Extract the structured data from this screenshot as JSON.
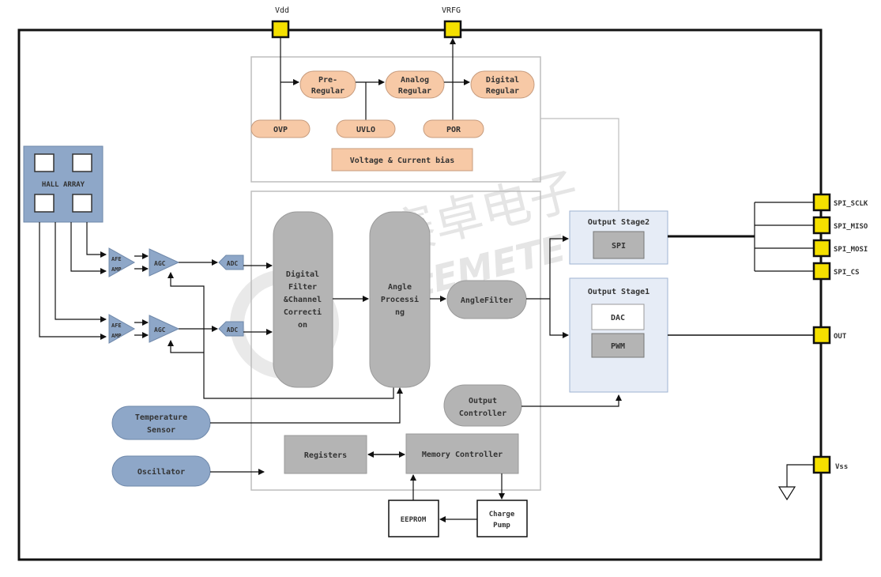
{
  "pins": {
    "vdd": "Vdd",
    "vrfg": "VRFG",
    "vss": "Vss",
    "spi_sclk": "SPI_SCLK",
    "spi_miso": "SPI_MISO",
    "spi_mosi": "SPI_MOSI",
    "spi_cs": "SPI_CS",
    "out": "OUT"
  },
  "power": {
    "pre_regular_1": "Pre-",
    "pre_regular_2": "Regular",
    "analog_regular_1": "Analog",
    "analog_regular_2": "Regular",
    "digital_regular_1": "Digital",
    "digital_regular_2": "Regular",
    "ovp": "OVP",
    "uvlo": "UVLO",
    "por": "POR",
    "bias": "Voltage & Current bias"
  },
  "hall": {
    "label": "HALL ARRAY"
  },
  "front_end": {
    "afe1_a": "AFE",
    "afe1_b": "AMP",
    "afe2_a": "AFE",
    "afe2_b": "AMP",
    "agc1": "AGC",
    "agc2": "AGC",
    "adc1": "ADC",
    "adc2": "ADC"
  },
  "dsp": {
    "filter_lines": [
      "Digital",
      "Filter",
      "&Channel",
      "Correcti",
      "on"
    ],
    "angle_lines": [
      "Angle",
      "Processi",
      "ng"
    ],
    "angle_filter": "AngleFilter",
    "output_controller_1": "Output",
    "output_controller_2": "Controller",
    "registers": "Registers",
    "memory_controller": "Memory Controller",
    "eeprom": "EEPROM",
    "charge_pump_1": "Charge",
    "charge_pump_2": "Pump"
  },
  "aux": {
    "temp_1": "Temperature",
    "temp_2": "Sensor",
    "oscillator": "Oscillator"
  },
  "output": {
    "stage2": "Output Stage2",
    "spi": "SPI",
    "stage1": "Output Stage1",
    "dac": "DAC",
    "pwm": "PWM"
  },
  "watermark": {
    "cn": "赛卓电子",
    "en": "elitEMETE"
  },
  "colors": {
    "pin": "#f5e000",
    "power_block": "#f7c9a6",
    "analog": "#8ea7c8",
    "dsp": "#b4b4b4",
    "output_stage": "#e6ecf6",
    "frame": "#111111"
  }
}
